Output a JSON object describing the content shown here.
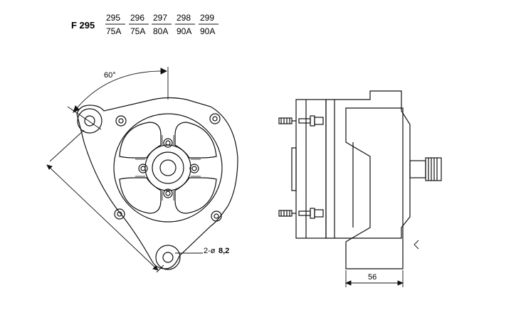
{
  "header": {
    "model": "F 295",
    "variants": [
      {
        "code": "295",
        "amps": "75A"
      },
      {
        "code": "296",
        "amps": "75A"
      },
      {
        "code": "297",
        "amps": "80A"
      },
      {
        "code": "298",
        "amps": "90A"
      },
      {
        "code": "299",
        "amps": "90A"
      }
    ]
  },
  "dimensions": {
    "angle": "60°",
    "hole_spec_prefix": "2-ø",
    "hole_spec_value": "8,2",
    "width": "56"
  },
  "colors": {
    "stroke": "#111111",
    "background": "#ffffff"
  }
}
